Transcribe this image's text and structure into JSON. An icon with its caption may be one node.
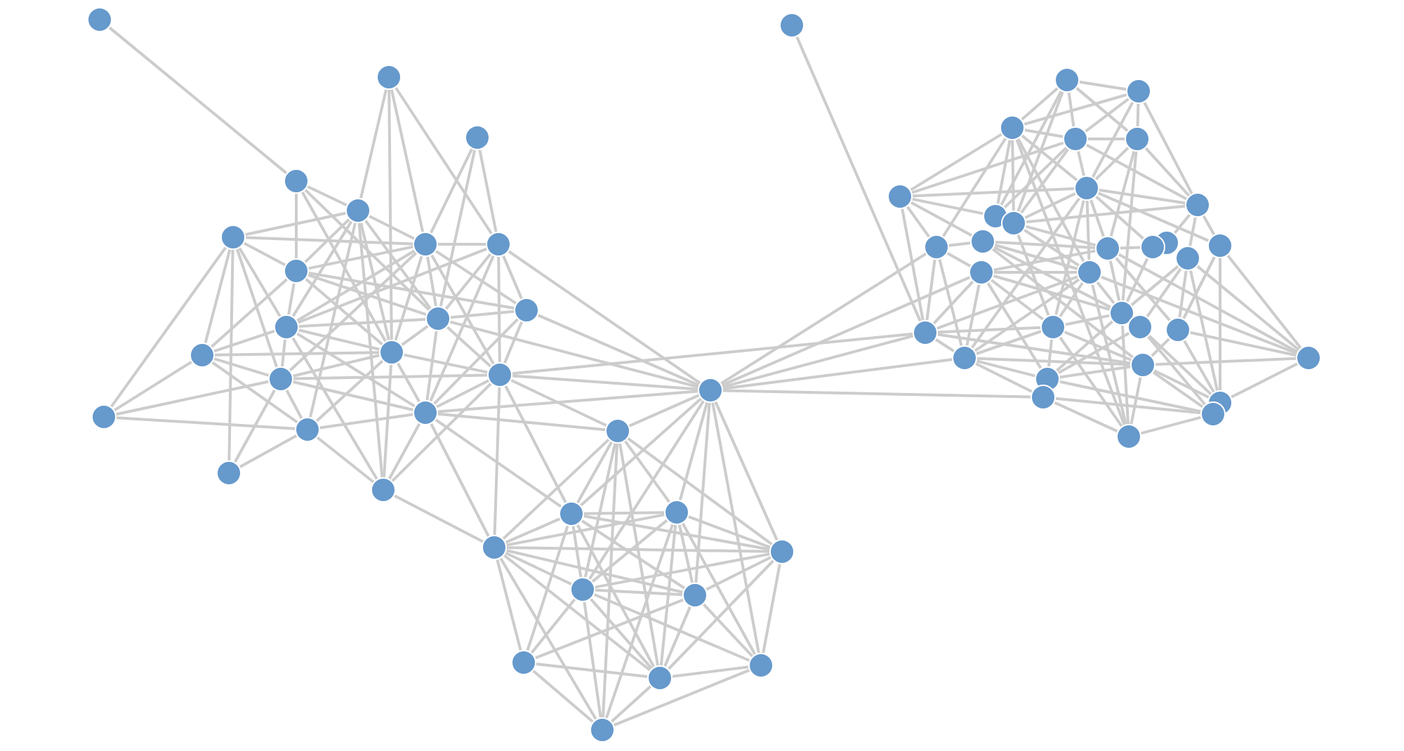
{
  "diagram": {
    "nodes": [
      {
        "text": [],
        "shape": "circle"
      },
      {
        "text": [],
        "shape": "circle"
      },
      {
        "text": [],
        "shape": "circle"
      },
      {
        "text": [],
        "shape": "circle"
      },
      {
        "text": [],
        "shape": "circle"
      },
      {
        "text": [],
        "shape": "circle"
      },
      {
        "text": [],
        "shape": "circle"
      },
      {
        "text": [],
        "shape": "circle"
      },
      {
        "text": [],
        "shape": "circle"
      },
      {
        "text": [],
        "shape": "circle"
      },
      {
        "text": [],
        "shape": "circle"
      },
      {
        "text": [],
        "shape": "circle"
      },
      {
        "text": [],
        "shape": "circle"
      },
      {
        "text": [],
        "shape": "circle"
      },
      {
        "text": [],
        "shape": "circle"
      },
      {
        "text": [],
        "shape": "circle"
      },
      {
        "text": [],
        "shape": "circle"
      },
      {
        "text": [],
        "shape": "circle"
      },
      {
        "text": [],
        "shape": "circle"
      },
      {
        "text": [],
        "shape": "circle"
      },
      {
        "text": [],
        "shape": "circle"
      },
      {
        "text": [],
        "shape": "circle"
      },
      {
        "text": [],
        "shape": "circle"
      },
      {
        "text": [],
        "shape": "circle"
      },
      {
        "text": [],
        "shape": "circle"
      },
      {
        "text": [],
        "shape": "circle"
      },
      {
        "text": [],
        "shape": "circle"
      },
      {
        "text": [],
        "shape": "circle"
      },
      {
        "text": [],
        "shape": "circle"
      },
      {
        "text": [],
        "shape": "circle"
      },
      {
        "text": [],
        "shape": "circle"
      },
      {
        "text": [],
        "shape": "circle"
      },
      {
        "text": [],
        "shape": "circle"
      },
      {
        "text": [],
        "shape": "circle"
      },
      {
        "text": [],
        "shape": "circle"
      },
      {
        "text": [],
        "shape": "circle"
      },
      {
        "text": [],
        "shape": "circle"
      },
      {
        "text": [],
        "shape": "circle"
      },
      {
        "text": [],
        "shape": "circle"
      },
      {
        "text": [],
        "shape": "circle"
      },
      {
        "text": [],
        "shape": "circle"
      },
      {
        "text": [],
        "shape": "circle"
      },
      {
        "text": [],
        "shape": "circle"
      },
      {
        "text": [],
        "shape": "circle"
      },
      {
        "text": [],
        "shape": "circle"
      },
      {
        "text": [],
        "shape": "circle"
      },
      {
        "text": [],
        "shape": "circle"
      },
      {
        "text": [],
        "shape": "circle"
      },
      {
        "text": [],
        "shape": "circle"
      },
      {
        "text": [],
        "shape": "circle"
      },
      {
        "text": [],
        "shape": "circle"
      },
      {
        "text": [],
        "shape": "circle"
      },
      {
        "text": [],
        "shape": "circle"
      },
      {
        "text": [],
        "shape": "circle"
      },
      {
        "text": [],
        "shape": "circle"
      },
      {
        "text": [],
        "shape": "circle"
      },
      {
        "text": [],
        "shape": "circle"
      },
      {
        "text": [],
        "shape": "circle"
      },
      {
        "text": [],
        "shape": "circle"
      },
      {
        "text": [],
        "shape": "circle"
      },
      {
        "text": [],
        "shape": "circle"
      },
      {
        "text": [],
        "shape": "circle"
      },
      {
        "text": [],
        "shape": "circle"
      },
      {
        "text": [],
        "shape": "circle"
      },
      {
        "text": [],
        "shape": "circle"
      },
      {
        "text": [],
        "shape": "circle"
      }
    ],
    "edges": [
      {
        "from": 0,
        "to": 3,
        "arrow": "none"
      },
      {
        "from": 1,
        "to": 4,
        "arrow": "none"
      },
      {
        "from": 1,
        "to": 6,
        "arrow": "none"
      },
      {
        "from": 1,
        "to": 7,
        "arrow": "none"
      },
      {
        "from": 1,
        "to": 12,
        "arrow": "none"
      },
      {
        "from": 2,
        "to": 6,
        "arrow": "none"
      },
      {
        "from": 2,
        "to": 7,
        "arrow": "none"
      },
      {
        "from": 2,
        "to": 10,
        "arrow": "none"
      },
      {
        "from": 3,
        "to": 4,
        "arrow": "none"
      },
      {
        "from": 3,
        "to": 8,
        "arrow": "none"
      },
      {
        "from": 3,
        "to": 10,
        "arrow": "none"
      },
      {
        "from": 3,
        "to": 12,
        "arrow": "none"
      },
      {
        "from": 4,
        "to": 5,
        "arrow": "none"
      },
      {
        "from": 4,
        "to": 6,
        "arrow": "none"
      },
      {
        "from": 4,
        "to": 8,
        "arrow": "none"
      },
      {
        "from": 4,
        "to": 10,
        "arrow": "none"
      },
      {
        "from": 4,
        "to": 11,
        "arrow": "none"
      },
      {
        "from": 4,
        "to": 12,
        "arrow": "none"
      },
      {
        "from": 4,
        "to": 18,
        "arrow": "none"
      },
      {
        "from": 4,
        "to": 20,
        "arrow": "none"
      },
      {
        "from": 5,
        "to": 6,
        "arrow": "none"
      },
      {
        "from": 5,
        "to": 8,
        "arrow": "none"
      },
      {
        "from": 5,
        "to": 11,
        "arrow": "none"
      },
      {
        "from": 5,
        "to": 13,
        "arrow": "none"
      },
      {
        "from": 5,
        "to": 15,
        "arrow": "none"
      },
      {
        "from": 5,
        "to": 16,
        "arrow": "none"
      },
      {
        "from": 5,
        "to": 19,
        "arrow": "none"
      },
      {
        "from": 6,
        "to": 7,
        "arrow": "none"
      },
      {
        "from": 6,
        "to": 8,
        "arrow": "none"
      },
      {
        "from": 6,
        "to": 9,
        "arrow": "none"
      },
      {
        "from": 6,
        "to": 10,
        "arrow": "none"
      },
      {
        "from": 6,
        "to": 11,
        "arrow": "none"
      },
      {
        "from": 6,
        "to": 12,
        "arrow": "none"
      },
      {
        "from": 6,
        "to": 14,
        "arrow": "none"
      },
      {
        "from": 6,
        "to": 15,
        "arrow": "none"
      },
      {
        "from": 7,
        "to": 9,
        "arrow": "none"
      },
      {
        "from": 7,
        "to": 10,
        "arrow": "none"
      },
      {
        "from": 7,
        "to": 11,
        "arrow": "none"
      },
      {
        "from": 7,
        "to": 14,
        "arrow": "none"
      },
      {
        "from": 7,
        "to": 17,
        "arrow": "none"
      },
      {
        "from": 7,
        "to": 21,
        "arrow": "none"
      },
      {
        "from": 8,
        "to": 9,
        "arrow": "none"
      },
      {
        "from": 8,
        "to": 10,
        "arrow": "none"
      },
      {
        "from": 8,
        "to": 11,
        "arrow": "none"
      },
      {
        "from": 8,
        "to": 12,
        "arrow": "none"
      },
      {
        "from": 8,
        "to": 13,
        "arrow": "none"
      },
      {
        "from": 9,
        "to": 10,
        "arrow": "none"
      },
      {
        "from": 9,
        "to": 14,
        "arrow": "none"
      },
      {
        "from": 9,
        "to": 17,
        "arrow": "none"
      },
      {
        "from": 9,
        "to": 21,
        "arrow": "none"
      },
      {
        "from": 10,
        "to": 11,
        "arrow": "none"
      },
      {
        "from": 10,
        "to": 12,
        "arrow": "none"
      },
      {
        "from": 10,
        "to": 14,
        "arrow": "none"
      },
      {
        "from": 10,
        "to": 17,
        "arrow": "none"
      },
      {
        "from": 10,
        "to": 21,
        "arrow": "none"
      },
      {
        "from": 11,
        "to": 12,
        "arrow": "none"
      },
      {
        "from": 11,
        "to": 13,
        "arrow": "none"
      },
      {
        "from": 11,
        "to": 15,
        "arrow": "none"
      },
      {
        "from": 11,
        "to": 17,
        "arrow": "none"
      },
      {
        "from": 11,
        "to": 20,
        "arrow": "none"
      },
      {
        "from": 12,
        "to": 13,
        "arrow": "none"
      },
      {
        "from": 12,
        "to": 14,
        "arrow": "none"
      },
      {
        "from": 12,
        "to": 15,
        "arrow": "none"
      },
      {
        "from": 12,
        "to": 17,
        "arrow": "none"
      },
      {
        "from": 12,
        "to": 18,
        "arrow": "none"
      },
      {
        "from": 12,
        "to": 20,
        "arrow": "none"
      },
      {
        "from": 13,
        "to": 15,
        "arrow": "none"
      },
      {
        "from": 13,
        "to": 16,
        "arrow": "none"
      },
      {
        "from": 13,
        "to": 18,
        "arrow": "none"
      },
      {
        "from": 14,
        "to": 15,
        "arrow": "none"
      },
      {
        "from": 14,
        "to": 17,
        "arrow": "none"
      },
      {
        "from": 14,
        "to": 20,
        "arrow": "none"
      },
      {
        "from": 14,
        "to": 21,
        "arrow": "none"
      },
      {
        "from": 14,
        "to": 22,
        "arrow": "none"
      },
      {
        "from": 14,
        "to": 24,
        "arrow": "none"
      },
      {
        "from": 14,
        "to": 25,
        "arrow": "none"
      },
      {
        "from": 14,
        "to": 57,
        "arrow": "none"
      },
      {
        "from": 15,
        "to": 16,
        "arrow": "none"
      },
      {
        "from": 15,
        "to": 17,
        "arrow": "none"
      },
      {
        "from": 15,
        "to": 18,
        "arrow": "none"
      },
      {
        "from": 15,
        "to": 19,
        "arrow": "none"
      },
      {
        "from": 16,
        "to": 18,
        "arrow": "none"
      },
      {
        "from": 17,
        "to": 18,
        "arrow": "none"
      },
      {
        "from": 17,
        "to": 20,
        "arrow": "none"
      },
      {
        "from": 17,
        "to": 21,
        "arrow": "none"
      },
      {
        "from": 17,
        "to": 22,
        "arrow": "none"
      },
      {
        "from": 17,
        "to": 24,
        "arrow": "none"
      },
      {
        "from": 17,
        "to": 25,
        "arrow": "none"
      },
      {
        "from": 18,
        "to": 19,
        "arrow": "none"
      },
      {
        "from": 18,
        "to": 20,
        "arrow": "none"
      },
      {
        "from": 20,
        "to": 25,
        "arrow": "none"
      },
      {
        "from": 21,
        "to": 22,
        "arrow": "none"
      },
      {
        "from": 21,
        "to": 23,
        "arrow": "none"
      },
      {
        "from": 21,
        "to": 24,
        "arrow": "none"
      },
      {
        "from": 21,
        "to": 26,
        "arrow": "none"
      },
      {
        "from": 21,
        "to": 27,
        "arrow": "none"
      },
      {
        "from": 21,
        "to": 28,
        "arrow": "none"
      },
      {
        "from": 21,
        "to": 30,
        "arrow": "none"
      },
      {
        "from": 21,
        "to": 48,
        "arrow": "none"
      },
      {
        "from": 21,
        "to": 51,
        "arrow": "none"
      },
      {
        "from": 21,
        "to": 57,
        "arrow": "none"
      },
      {
        "from": 21,
        "to": 58,
        "arrow": "none"
      },
      {
        "from": 21,
        "to": 62,
        "arrow": "none"
      },
      {
        "from": 22,
        "to": 23,
        "arrow": "none"
      },
      {
        "from": 22,
        "to": 24,
        "arrow": "none"
      },
      {
        "from": 22,
        "to": 25,
        "arrow": "none"
      },
      {
        "from": 22,
        "to": 26,
        "arrow": "none"
      },
      {
        "from": 22,
        "to": 27,
        "arrow": "none"
      },
      {
        "from": 22,
        "to": 31,
        "arrow": "none"
      },
      {
        "from": 22,
        "to": 32,
        "arrow": "none"
      },
      {
        "from": 23,
        "to": 24,
        "arrow": "none"
      },
      {
        "from": 23,
        "to": 25,
        "arrow": "none"
      },
      {
        "from": 23,
        "to": 26,
        "arrow": "none"
      },
      {
        "from": 23,
        "to": 27,
        "arrow": "none"
      },
      {
        "from": 23,
        "to": 28,
        "arrow": "none"
      },
      {
        "from": 23,
        "to": 30,
        "arrow": "none"
      },
      {
        "from": 23,
        "to": 31,
        "arrow": "none"
      },
      {
        "from": 23,
        "to": 32,
        "arrow": "none"
      },
      {
        "from": 24,
        "to": 25,
        "arrow": "none"
      },
      {
        "from": 24,
        "to": 26,
        "arrow": "none"
      },
      {
        "from": 24,
        "to": 27,
        "arrow": "none"
      },
      {
        "from": 24,
        "to": 28,
        "arrow": "none"
      },
      {
        "from": 24,
        "to": 29,
        "arrow": "none"
      },
      {
        "from": 24,
        "to": 31,
        "arrow": "none"
      },
      {
        "from": 25,
        "to": 26,
        "arrow": "none"
      },
      {
        "from": 25,
        "to": 27,
        "arrow": "none"
      },
      {
        "from": 25,
        "to": 28,
        "arrow": "none"
      },
      {
        "from": 25,
        "to": 29,
        "arrow": "none"
      },
      {
        "from": 25,
        "to": 31,
        "arrow": "none"
      },
      {
        "from": 25,
        "to": 32,
        "arrow": "none"
      },
      {
        "from": 26,
        "to": 27,
        "arrow": "none"
      },
      {
        "from": 26,
        "to": 28,
        "arrow": "none"
      },
      {
        "from": 26,
        "to": 30,
        "arrow": "none"
      },
      {
        "from": 26,
        "to": 31,
        "arrow": "none"
      },
      {
        "from": 27,
        "to": 28,
        "arrow": "none"
      },
      {
        "from": 27,
        "to": 29,
        "arrow": "none"
      },
      {
        "from": 27,
        "to": 30,
        "arrow": "none"
      },
      {
        "from": 27,
        "to": 31,
        "arrow": "none"
      },
      {
        "from": 27,
        "to": 32,
        "arrow": "none"
      },
      {
        "from": 28,
        "to": 29,
        "arrow": "none"
      },
      {
        "from": 28,
        "to": 30,
        "arrow": "none"
      },
      {
        "from": 28,
        "to": 31,
        "arrow": "none"
      },
      {
        "from": 29,
        "to": 31,
        "arrow": "none"
      },
      {
        "from": 29,
        "to": 32,
        "arrow": "none"
      },
      {
        "from": 30,
        "to": 31,
        "arrow": "none"
      },
      {
        "from": 30,
        "to": 32,
        "arrow": "none"
      },
      {
        "from": 31,
        "to": 32,
        "arrow": "none"
      },
      {
        "from": 33,
        "to": 57,
        "arrow": "none"
      },
      {
        "from": 34,
        "to": 35,
        "arrow": "none"
      },
      {
        "from": 34,
        "to": 36,
        "arrow": "none"
      },
      {
        "from": 34,
        "to": 37,
        "arrow": "none"
      },
      {
        "from": 34,
        "to": 38,
        "arrow": "none"
      },
      {
        "from": 34,
        "to": 42,
        "arrow": "none"
      },
      {
        "from": 34,
        "to": 43,
        "arrow": "none"
      },
      {
        "from": 35,
        "to": 36,
        "arrow": "none"
      },
      {
        "from": 35,
        "to": 37,
        "arrow": "none"
      },
      {
        "from": 35,
        "to": 38,
        "arrow": "none"
      },
      {
        "from": 35,
        "to": 39,
        "arrow": "none"
      },
      {
        "from": 35,
        "to": 41,
        "arrow": "none"
      },
      {
        "from": 36,
        "to": 37,
        "arrow": "none"
      },
      {
        "from": 36,
        "to": 39,
        "arrow": "none"
      },
      {
        "from": 36,
        "to": 40,
        "arrow": "none"
      },
      {
        "from": 36,
        "to": 42,
        "arrow": "none"
      },
      {
        "from": 36,
        "to": 43,
        "arrow": "none"
      },
      {
        "from": 36,
        "to": 48,
        "arrow": "none"
      },
      {
        "from": 36,
        "to": 52,
        "arrow": "none"
      },
      {
        "from": 36,
        "to": 65,
        "arrow": "none"
      },
      {
        "from": 37,
        "to": 38,
        "arrow": "none"
      },
      {
        "from": 37,
        "to": 39,
        "arrow": "none"
      },
      {
        "from": 37,
        "to": 40,
        "arrow": "none"
      },
      {
        "from": 37,
        "to": 41,
        "arrow": "none"
      },
      {
        "from": 37,
        "to": 42,
        "arrow": "none"
      },
      {
        "from": 37,
        "to": 43,
        "arrow": "none"
      },
      {
        "from": 38,
        "to": 39,
        "arrow": "none"
      },
      {
        "from": 38,
        "to": 41,
        "arrow": "none"
      },
      {
        "from": 38,
        "to": 49,
        "arrow": "none"
      },
      {
        "from": 38,
        "to": 53,
        "arrow": "none"
      },
      {
        "from": 39,
        "to": 40,
        "arrow": "none"
      },
      {
        "from": 39,
        "to": 41,
        "arrow": "none"
      },
      {
        "from": 39,
        "to": 43,
        "arrow": "none"
      },
      {
        "from": 39,
        "to": 46,
        "arrow": "none"
      },
      {
        "from": 39,
        "to": 47,
        "arrow": "none"
      },
      {
        "from": 39,
        "to": 49,
        "arrow": "none"
      },
      {
        "from": 39,
        "to": 52,
        "arrow": "none"
      },
      {
        "from": 39,
        "to": 54,
        "arrow": "none"
      },
      {
        "from": 39,
        "to": 58,
        "arrow": "none"
      },
      {
        "from": 40,
        "to": 42,
        "arrow": "none"
      },
      {
        "from": 40,
        "to": 44,
        "arrow": "none"
      },
      {
        "from": 40,
        "to": 48,
        "arrow": "none"
      },
      {
        "from": 40,
        "to": 57,
        "arrow": "none"
      },
      {
        "from": 41,
        "to": 43,
        "arrow": "none"
      },
      {
        "from": 41,
        "to": 45,
        "arrow": "none"
      },
      {
        "from": 41,
        "to": 46,
        "arrow": "none"
      },
      {
        "from": 41,
        "to": 50,
        "arrow": "none"
      },
      {
        "from": 43,
        "to": 49,
        "arrow": "none"
      },
      {
        "from": 43,
        "to": 52,
        "arrow": "none"
      },
      {
        "from": 43,
        "to": 54,
        "arrow": "none"
      },
      {
        "from": 44,
        "to": 48,
        "arrow": "none"
      },
      {
        "from": 44,
        "to": 49,
        "arrow": "none"
      },
      {
        "from": 44,
        "to": 52,
        "arrow": "none"
      },
      {
        "from": 44,
        "to": 53,
        "arrow": "none"
      },
      {
        "from": 44,
        "to": 60,
        "arrow": "none"
      },
      {
        "from": 46,
        "to": 56,
        "arrow": "none"
      },
      {
        "from": 46,
        "to": 59,
        "arrow": "none"
      },
      {
        "from": 46,
        "to": 63,
        "arrow": "none"
      },
      {
        "from": 47,
        "to": 49,
        "arrow": "none"
      },
      {
        "from": 47,
        "to": 53,
        "arrow": "none"
      },
      {
        "from": 48,
        "to": 51,
        "arrow": "none"
      },
      {
        "from": 48,
        "to": 57,
        "arrow": "none"
      },
      {
        "from": 48,
        "to": 58,
        "arrow": "none"
      },
      {
        "from": 49,
        "to": 51,
        "arrow": "none"
      },
      {
        "from": 49,
        "to": 53,
        "arrow": "none"
      },
      {
        "from": 49,
        "to": 56,
        "arrow": "none"
      },
      {
        "from": 49,
        "to": 59,
        "arrow": "none"
      },
      {
        "from": 50,
        "to": 53,
        "arrow": "none"
      },
      {
        "from": 50,
        "to": 55,
        "arrow": "none"
      },
      {
        "from": 50,
        "to": 56,
        "arrow": "none"
      },
      {
        "from": 50,
        "to": 59,
        "arrow": "none"
      },
      {
        "from": 50,
        "to": 63,
        "arrow": "none"
      },
      {
        "from": 51,
        "to": 52,
        "arrow": "none"
      },
      {
        "from": 51,
        "to": 53,
        "arrow": "none"
      },
      {
        "from": 51,
        "to": 54,
        "arrow": "none"
      },
      {
        "from": 51,
        "to": 57,
        "arrow": "none"
      },
      {
        "from": 51,
        "to": 58,
        "arrow": "none"
      },
      {
        "from": 51,
        "to": 61,
        "arrow": "none"
      },
      {
        "from": 52,
        "to": 53,
        "arrow": "none"
      },
      {
        "from": 52,
        "to": 54,
        "arrow": "none"
      },
      {
        "from": 52,
        "to": 57,
        "arrow": "none"
      },
      {
        "from": 52,
        "to": 58,
        "arrow": "none"
      },
      {
        "from": 52,
        "to": 59,
        "arrow": "none"
      },
      {
        "from": 52,
        "to": 65,
        "arrow": "none"
      },
      {
        "from": 53,
        "to": 54,
        "arrow": "none"
      },
      {
        "from": 53,
        "to": 61,
        "arrow": "none"
      },
      {
        "from": 53,
        "to": 65,
        "arrow": "none"
      },
      {
        "from": 54,
        "to": 57,
        "arrow": "none"
      },
      {
        "from": 54,
        "to": 58,
        "arrow": "none"
      },
      {
        "from": 54,
        "to": 60,
        "arrow": "none"
      },
      {
        "from": 54,
        "to": 61,
        "arrow": "none"
      },
      {
        "from": 54,
        "to": 65,
        "arrow": "none"
      },
      {
        "from": 55,
        "to": 61,
        "arrow": "none"
      },
      {
        "from": 55,
        "to": 63,
        "arrow": "none"
      },
      {
        "from": 55,
        "to": 64,
        "arrow": "none"
      },
      {
        "from": 56,
        "to": 59,
        "arrow": "none"
      },
      {
        "from": 56,
        "to": 60,
        "arrow": "none"
      },
      {
        "from": 56,
        "to": 63,
        "arrow": "none"
      },
      {
        "from": 57,
        "to": 58,
        "arrow": "none"
      },
      {
        "from": 57,
        "to": 60,
        "arrow": "none"
      },
      {
        "from": 58,
        "to": 60,
        "arrow": "none"
      },
      {
        "from": 58,
        "to": 61,
        "arrow": "none"
      },
      {
        "from": 58,
        "to": 62,
        "arrow": "none"
      },
      {
        "from": 59,
        "to": 60,
        "arrow": "none"
      },
      {
        "from": 59,
        "to": 63,
        "arrow": "none"
      },
      {
        "from": 60,
        "to": 61,
        "arrow": "none"
      },
      {
        "from": 60,
        "to": 63,
        "arrow": "none"
      },
      {
        "from": 60,
        "to": 64,
        "arrow": "none"
      },
      {
        "from": 60,
        "to": 65,
        "arrow": "none"
      },
      {
        "from": 61,
        "to": 64,
        "arrow": "none"
      },
      {
        "from": 62,
        "to": 64,
        "arrow": "none"
      },
      {
        "from": 62,
        "to": 65,
        "arrow": "none"
      },
      {
        "from": 64,
        "to": 65,
        "arrow": "none"
      }
    ]
  }
}
